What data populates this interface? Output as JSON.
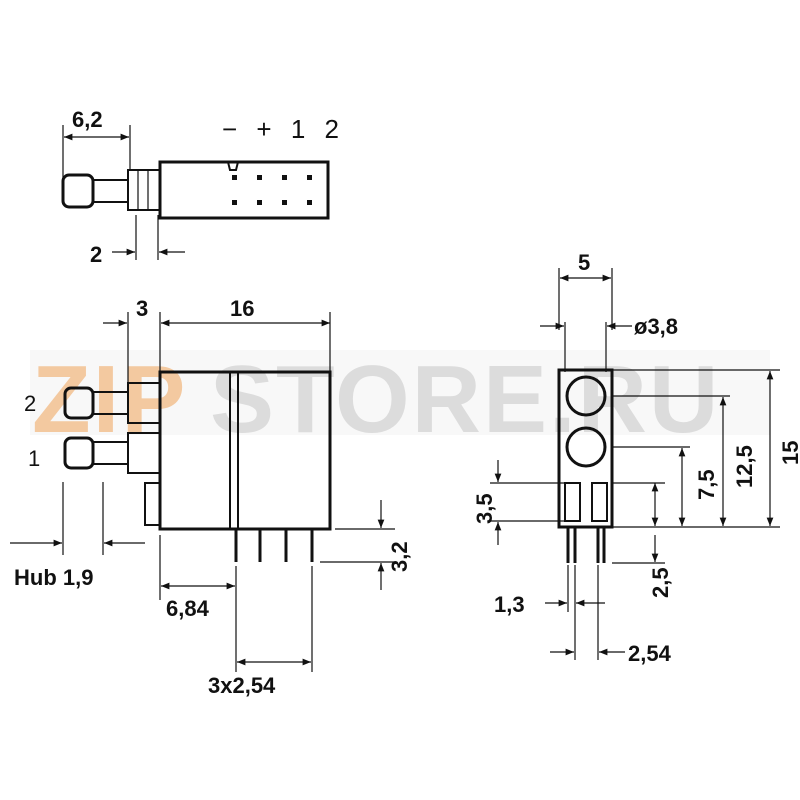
{
  "watermark": {
    "part1": "ZIP",
    "part2": "STORE.RU",
    "color1": "#f3c9a0",
    "color2": "#dcdcdc"
  },
  "top_view": {
    "dim_width": "6,2",
    "dim_gap": "2",
    "pin_labels": "− + 1 2"
  },
  "side_view": {
    "dim_stroke_left": "3",
    "dim_body": "16",
    "led_label_2": "2",
    "led_label_1": "1",
    "hub_label": "Hub 1,9",
    "dim_pin_len": "3,2",
    "dim_offset": "6,84",
    "dim_pitch": "3x2,54"
  },
  "front_view": {
    "dim_width": "5",
    "dim_led_dia": "ø3,8",
    "dim_pad": "3,5",
    "dim_h1": "7,5",
    "dim_h2": "12,5",
    "dim_h3": "15",
    "dim_gap": "2,5",
    "dim_pin_w": "1,3",
    "dim_pin_pitch": "2,54"
  }
}
